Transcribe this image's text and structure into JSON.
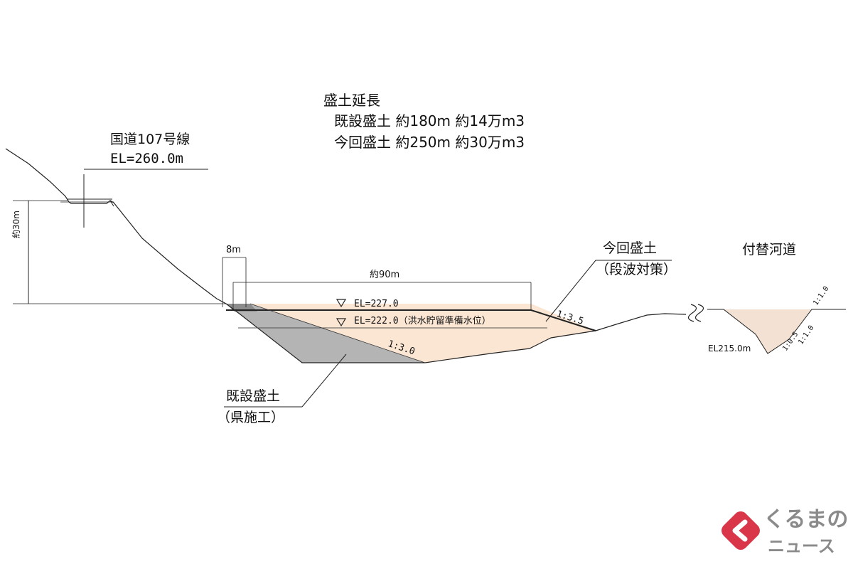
{
  "summary": {
    "title": "盛土延長",
    "existing": "既設盛土  約180m  約14万m3",
    "current": "今回盛土  約250m  約30万m3"
  },
  "road": {
    "name": "国道107号線",
    "elevation": "EL=260.0m"
  },
  "height_label": "約30m",
  "width_8m": "8m",
  "width_90m": "約90m",
  "water_levels": {
    "el227": "EL=227.0",
    "el222": "EL=222.0（洪水貯留準備水位）"
  },
  "slopes": {
    "s135": "1:3.5",
    "s130": "1:3.0"
  },
  "labels": {
    "current_fill": "今回盛土",
    "current_fill_sub": "（段波対策）",
    "existing_fill": "既設盛土",
    "existing_fill_sub": "（県施工）",
    "river_channel": "付替河道",
    "river_el": "EL215.0m",
    "river_s10_a": "1:1.0",
    "river_s10_b": "1:1.0",
    "river_s05": "1:0.5"
  },
  "watermark": {
    "line1": "くるまの",
    "line2": "ニュース"
  },
  "colors": {
    "current_fill": "#fbe6d4",
    "existing_fill": "#b4b4b4",
    "line": "#222222",
    "watermark_red": "#d9364a"
  }
}
